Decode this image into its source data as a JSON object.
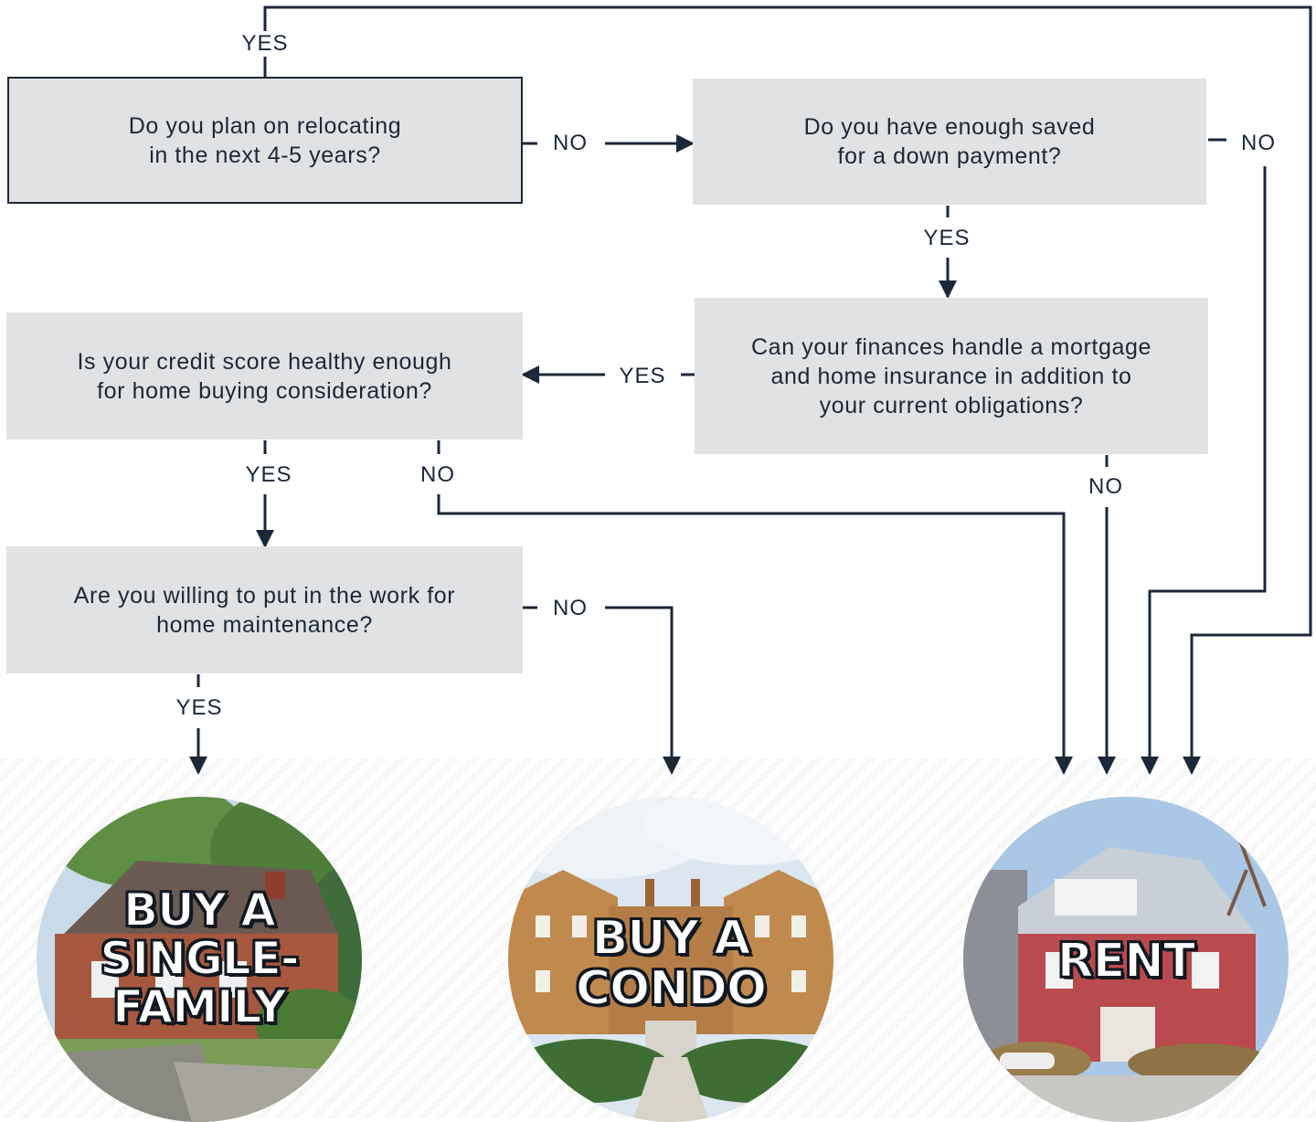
{
  "questions": {
    "relocate": "Do you plan on relocating\nin the next 4-5 years?",
    "down_payment": "Do you have enough saved\nfor a down payment?",
    "finances": "Can your finances handle a mortgage\nand home insurance in addition to\nyour current obligations?",
    "credit": "Is your credit score healthy enough\nfor home buying consideration?",
    "maintenance": "Are you willing to put in the work for\nhome maintenance?"
  },
  "labels": {
    "relocate_yes": "YES",
    "relocate_no": "NO",
    "down_payment_yes": "YES",
    "down_payment_no": "NO",
    "finances_yes": "YES",
    "finances_no": "NO",
    "credit_yes": "YES",
    "credit_no": "NO",
    "maintenance_yes": "YES",
    "maintenance_no": "NO"
  },
  "outcomes": {
    "single_family": "BUY A\nSINGLE-\nFAMILY",
    "condo": "BUY A\nCONDO",
    "rent": "RENT"
  },
  "colors": {
    "line": "#1b2838",
    "box": "#e1e2e3",
    "sky": "#bcd3ea",
    "foliage": "#4f7d3a",
    "brick": "#a6583f",
    "condo_brick": "#c08a4f",
    "rent_siding": "#b94a4e"
  }
}
